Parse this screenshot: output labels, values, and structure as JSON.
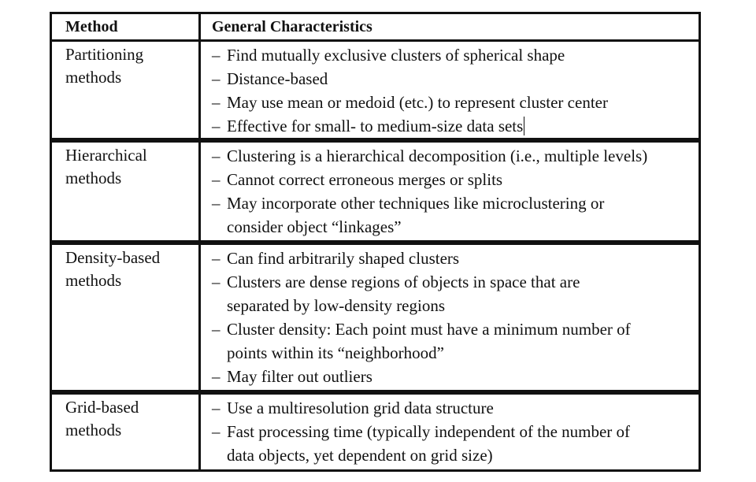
{
  "table": {
    "headers": {
      "method": "Method",
      "characteristics": "General Characteristics"
    },
    "rows": [
      {
        "method": [
          "Partitioning",
          "methods"
        ],
        "items": [
          "Find mutually exclusive clusters of spherical shape",
          "Distance-based",
          "May use mean or medoid (etc.) to represent cluster center",
          "Effective for small- to medium-size data sets"
        ]
      },
      {
        "method": [
          "Hierarchical",
          "methods"
        ],
        "items": [
          "Clustering is a hierarchical decomposition (i.e., multiple levels)",
          "Cannot correct erroneous merges or splits",
          "May incorporate other techniques like microclustering or\nconsider object “linkages”"
        ]
      },
      {
        "method": [
          "Density-based",
          "methods"
        ],
        "items": [
          "Can find arbitrarily shaped clusters",
          "Clusters are dense regions of objects in space that are\nseparated by low-density regions",
          "Cluster density: Each point must have a minimum number of\npoints within its “neighborhood”",
          "May filter out outliers"
        ]
      },
      {
        "method": [
          "Grid-based",
          "methods"
        ],
        "items": [
          "Use a multiresolution grid data structure",
          "Fast processing time (typically independent of the number of\ndata objects, yet dependent on grid size)"
        ]
      }
    ],
    "dash": "–"
  }
}
